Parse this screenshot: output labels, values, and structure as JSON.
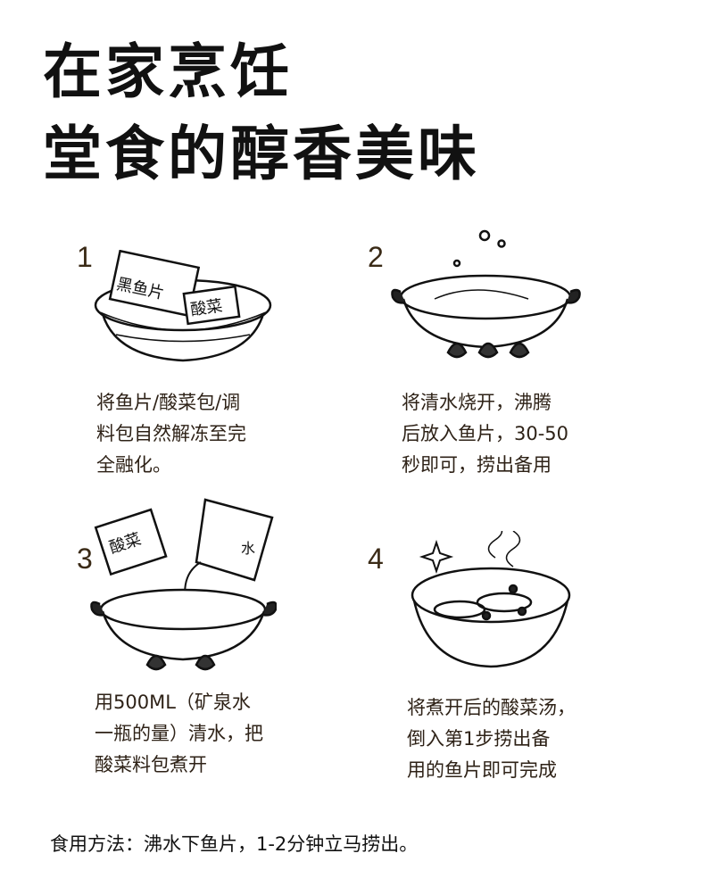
{
  "title": {
    "line1": "在家烹饪",
    "line2": "堂食的醇香美味"
  },
  "steps": [
    {
      "number": "1",
      "lines": [
        "将鱼片/酸菜包/调",
        "料包自然解冻至完",
        "全融化。"
      ],
      "labels": [
        "黑鱼片",
        "酸菜"
      ]
    },
    {
      "number": "2",
      "lines": [
        "将清水烧开，沸腾",
        "后放入鱼片，30-50",
        "秒即可，捞出备用"
      ]
    },
    {
      "number": "3",
      "lines": [
        "用500ML（矿泉水",
        "一瓶的量）清水，把",
        "酸菜料包煮开"
      ],
      "labels": [
        "酸菜",
        "水"
      ]
    },
    {
      "number": "4",
      "lines": [
        "将煮开后的酸菜汤，",
        "倒入第1步捞出备",
        "用的鱼片即可完成"
      ]
    }
  ],
  "usage": "食用方法：沸水下鱼片，1-2分钟立马捞出。"
}
